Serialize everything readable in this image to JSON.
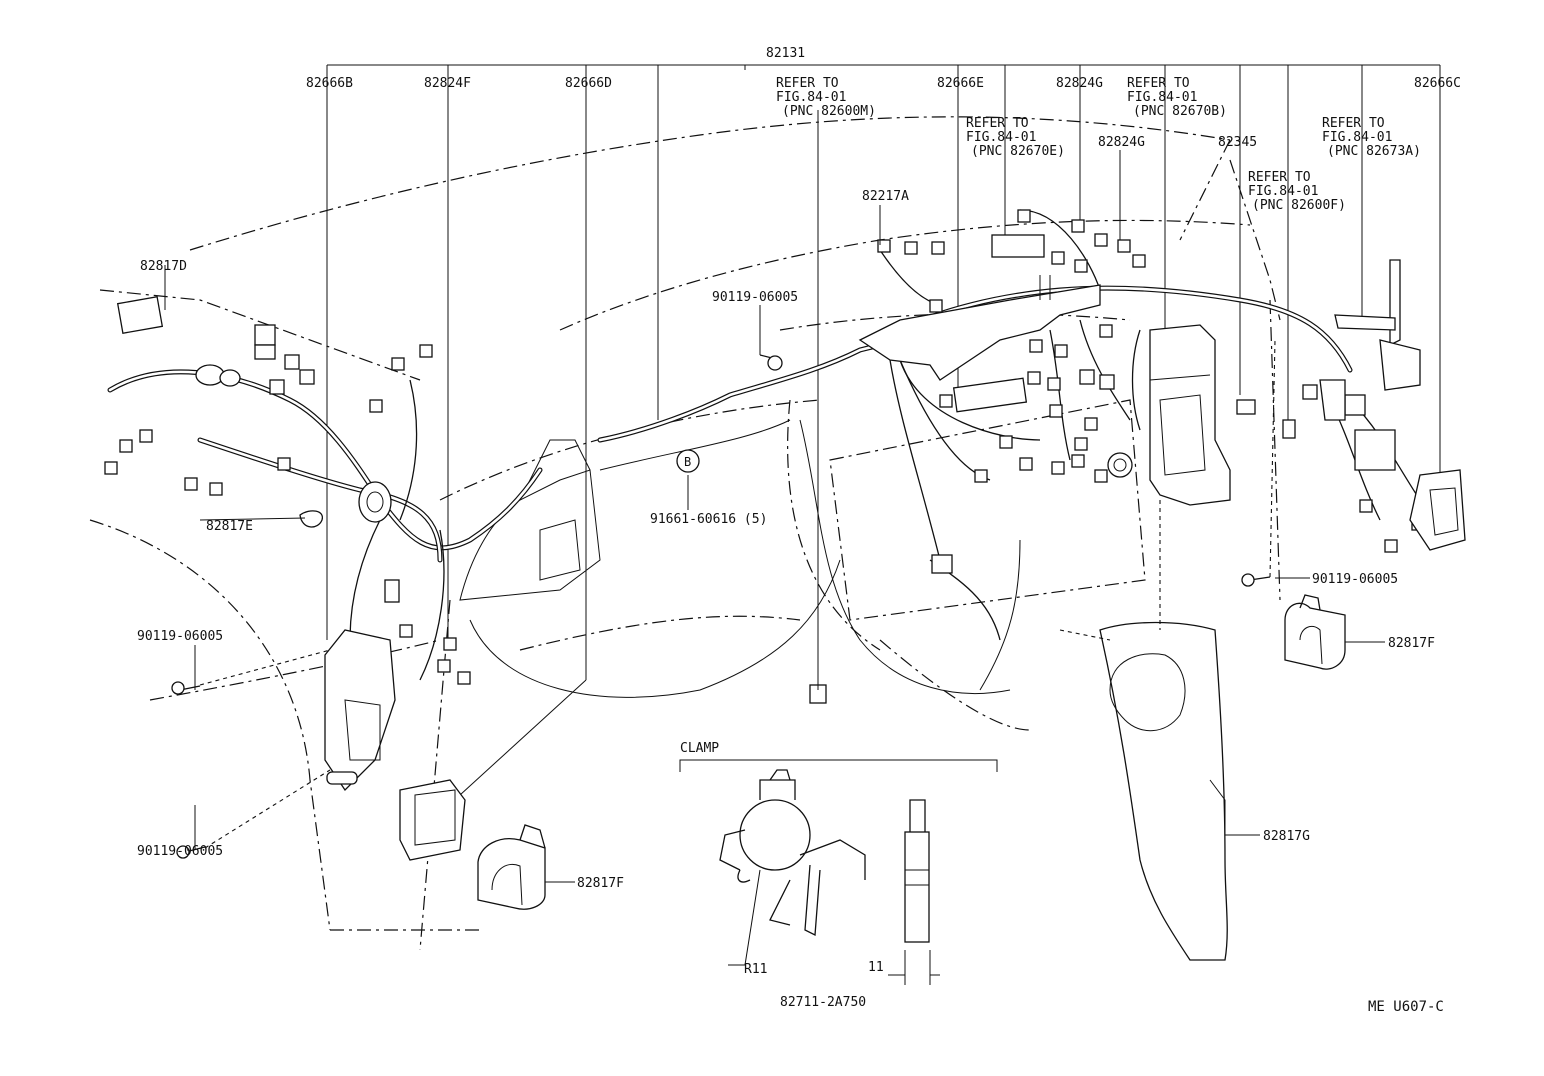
{
  "labels": {
    "top_harness": "82131",
    "l_82666b": "82666B",
    "l_82824f": "82824F",
    "l_82666d": "82666D",
    "refer_m_1": "REFER TO",
    "refer_m_2": "FIG.84-01",
    "refer_m_3": "(PNC 82600M)",
    "l_82666e": "82666E",
    "l_82824g_1": "82824G",
    "refer_b_1": "REFER TO",
    "refer_b_2": "FIG.84-01",
    "refer_b_3": "(PNC 82670B)",
    "l_82666c": "82666C",
    "refer_e_1": "REFER TO",
    "refer_e_2": "FIG.84-01",
    "refer_e_3": "(PNC 82670E)",
    "l_82824g_2": "82824G",
    "l_82345": "82345",
    "refer_a_1": "REFER TO",
    "refer_a_2": "FIG.84-01",
    "refer_a_3": "(PNC 82673A)",
    "refer_f_1": "REFER TO",
    "refer_f_2": "FIG.84-01",
    "refer_f_3": "(PNC 82600F)",
    "l_82217a": "82217A",
    "l_82817d": "82817D",
    "bolt_a": "90119-06005",
    "marker_b": "B",
    "clip_b": "91661-60616 (5)",
    "l_82817e": "82817E",
    "bolt_b": "90119-06005",
    "bolt_c": "90119-06005",
    "bolt_d": "90119-06005",
    "l_82817f_right": "82817F",
    "l_82817f_left": "82817F",
    "l_82817g": "82817G",
    "clamp_title": "CLAMP",
    "radius": "R11",
    "width": "11",
    "clamp_part": "82711-2A750",
    "diagram_code": "ME U607-C"
  }
}
